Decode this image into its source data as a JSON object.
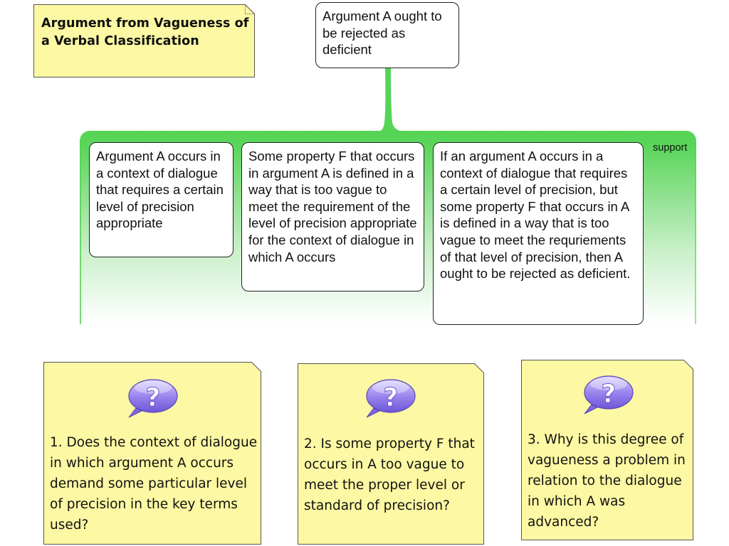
{
  "title": "Argument from Vagueness of a Verbal Classification",
  "conclusion": "Argument A ought to be rejected as deficient",
  "support_label": "support",
  "premises": [
    "Argument A occurs in a context of dialogue that requires a certain level of precision appropriate",
    "Some property F that occurs in argument A is defined in a way that is too vague to meet the requirement of the level of precision appropriate for the context of dialogue in which A occurs",
    "If an argument A occurs in a context of dialogue that requires a certain level of precision, but some property F that occurs in A is defined in a way that is too vague to meet the requriements of that level of precision, then A ought to be rejected as deficient."
  ],
  "critical_questions": [
    {
      "icon": "question-bubble-icon",
      "text": "1. Does the context of dialogue in which argument A occurs demand some particular level of precision in the key terms used?"
    },
    {
      "icon": "question-bubble-icon",
      "text": "2. Is some property F that occurs in A too vague to meet the proper level or standard of precision?"
    },
    {
      "icon": "question-bubble-icon",
      "text": "3. Why is this degree of vagueness a problem in relation to the dialogue in which A was advanced?"
    }
  ],
  "colors": {
    "note_fill": "#fdf8a3",
    "support_green": "#55d455",
    "node_border": "#222222",
    "icon_purple": "#8f7ae6"
  }
}
